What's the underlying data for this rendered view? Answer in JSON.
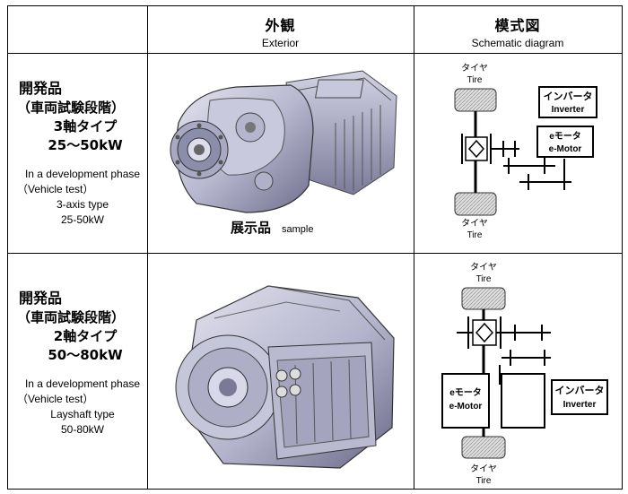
{
  "header": {
    "exterior_jp": "外観",
    "exterior_en": "Exterior",
    "schematic_jp": "模式図",
    "schematic_en": "Schematic diagram"
  },
  "rows": [
    {
      "jp_line1": "開発品",
      "jp_line2": "（車両試験段階）",
      "jp_type": "3軸タイプ",
      "jp_power": "25～50kW",
      "en_line1": "In a development phase",
      "en_line2": "（Vehicle test）",
      "en_type": "3-axis type",
      "en_power": "25-50kW",
      "caption_jp": "展示品",
      "caption_en": "sample",
      "diagram": {
        "tire_top_jp": "タイヤ",
        "tire_top_en": "Tire",
        "tire_bottom_jp": "タイヤ",
        "tire_bottom_en": "Tire",
        "inverter_jp": "インバータ",
        "inverter_en": "Inverter",
        "motor_jp": "eモータ",
        "motor_en": "e-Motor"
      }
    },
    {
      "jp_line1": "開発品",
      "jp_line2": "（車両試験段階）",
      "jp_type": "2軸タイプ",
      "jp_power": "50～80kW",
      "en_line1": "In a development phase",
      "en_line2": "（Vehicle test）",
      "en_type": "Layshaft type",
      "en_power": "50-80kW",
      "diagram": {
        "tire_top_jp": "タイヤ",
        "tire_top_en": "Tire",
        "tire_bottom_jp": "タイヤ",
        "tire_bottom_en": "Tire",
        "inverter_jp": "インバータ",
        "inverter_en": "Inverter",
        "motor_jp": "eモータ",
        "motor_en": "e-Motor"
      }
    }
  ]
}
